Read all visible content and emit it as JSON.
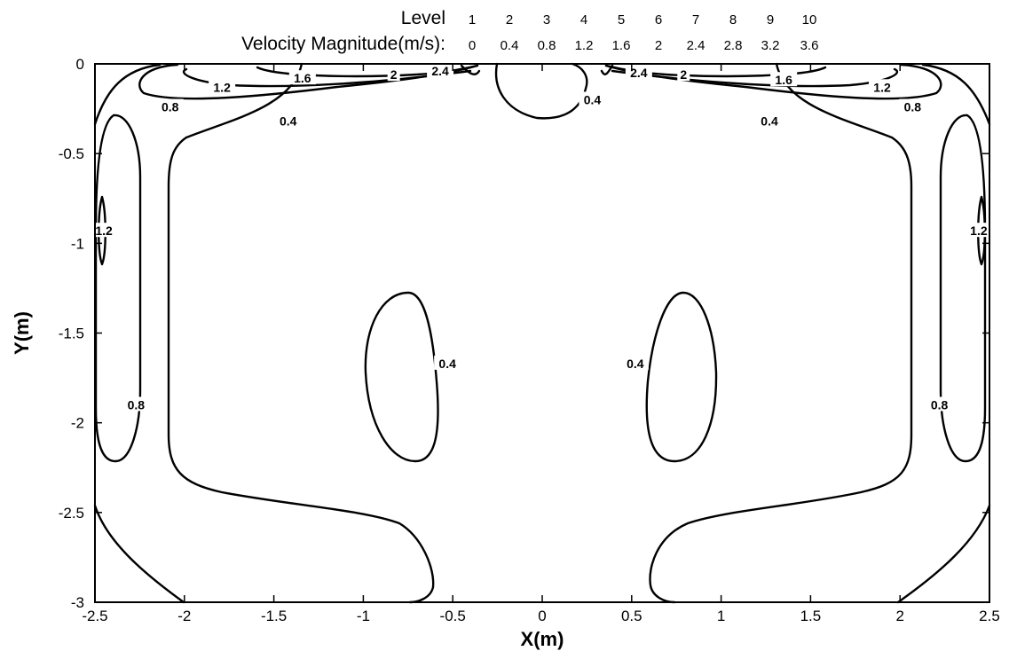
{
  "chart_data": {
    "type": "contour",
    "xlabel": "X(m)",
    "ylabel": "Y(m)",
    "xlim": [
      -2.5,
      2.5
    ],
    "ylim": [
      -3,
      0
    ],
    "x_ticks": [
      "-2.5",
      "-2",
      "-1.5",
      "-1",
      "-0.5",
      "0",
      "0.5",
      "1",
      "1.5",
      "2",
      "2.5"
    ],
    "y_ticks": [
      "0",
      "-0.5",
      "-1",
      "-1.5",
      "-2",
      "-2.5",
      "-3"
    ],
    "legend": {
      "level_title": "Level",
      "value_title": "Velocity Magnitude(m/s):",
      "levels": [
        "1",
        "2",
        "3",
        "4",
        "5",
        "6",
        "7",
        "8",
        "9",
        "10"
      ],
      "values": [
        "0",
        "0.4",
        "0.8",
        "1.2",
        "1.6",
        "2",
        "2.4",
        "2.8",
        "3.2",
        "3.6"
      ]
    },
    "contour_labels": [
      {
        "text": "0.4",
        "x": -1.42,
        "y": -0.32
      },
      {
        "text": "0.4",
        "x": 0.28,
        "y": -0.2
      },
      {
        "text": "0.4",
        "x": 1.27,
        "y": -0.32
      },
      {
        "text": "0.4",
        "x": -0.53,
        "y": -1.67
      },
      {
        "text": "0.4",
        "x": 0.52,
        "y": -1.67
      },
      {
        "text": "0.8",
        "x": -2.08,
        "y": -0.24
      },
      {
        "text": "0.8",
        "x": 2.07,
        "y": -0.24
      },
      {
        "text": "0.8",
        "x": -2.27,
        "y": -1.9
      },
      {
        "text": "0.8",
        "x": 2.22,
        "y": -1.9
      },
      {
        "text": "1.2",
        "x": -1.79,
        "y": -0.13
      },
      {
        "text": "1.2",
        "x": 1.9,
        "y": -0.13
      },
      {
        "text": "1.2",
        "x": -2.45,
        "y": -0.93
      },
      {
        "text": "1.2",
        "x": 2.44,
        "y": -0.93
      },
      {
        "text": "1.6",
        "x": -1.34,
        "y": -0.08
      },
      {
        "text": "1.6",
        "x": 1.35,
        "y": -0.09
      },
      {
        "text": "2",
        "x": -0.83,
        "y": -0.06
      },
      {
        "text": "2",
        "x": 0.79,
        "y": -0.06
      },
      {
        "text": "2.4",
        "x": -0.57,
        "y": -0.04
      },
      {
        "text": "2.4",
        "x": 0.54,
        "y": -0.05
      }
    ]
  }
}
